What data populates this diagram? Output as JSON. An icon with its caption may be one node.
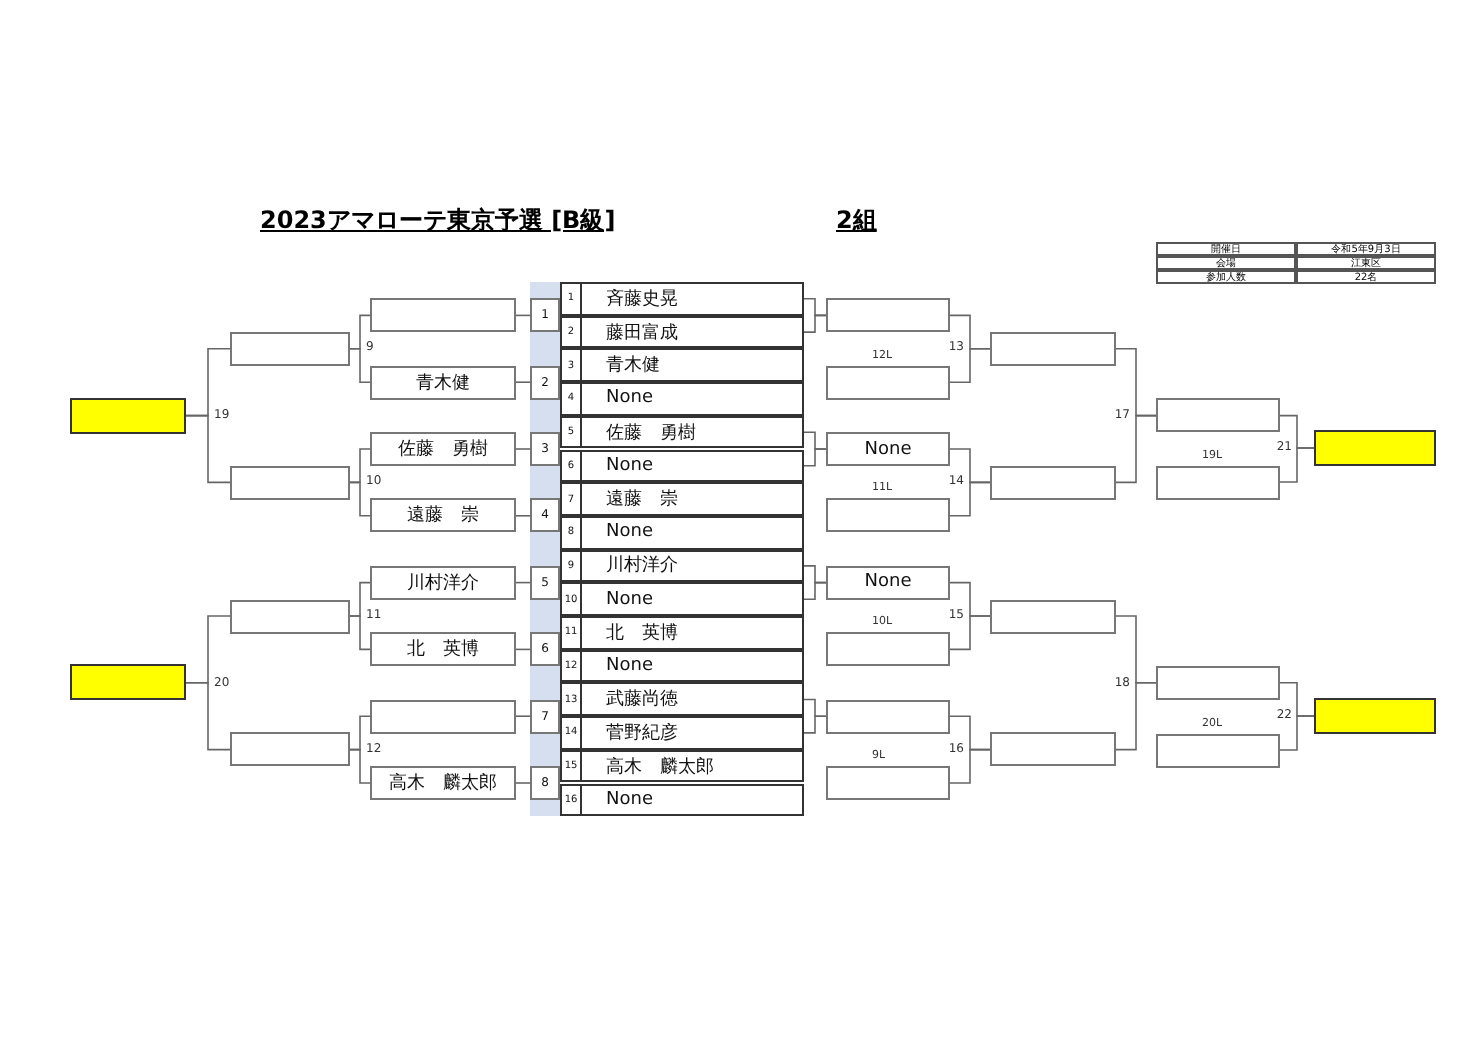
{
  "diagram": {
    "title": "2023アマローテ東京予選 [B級]",
    "nodes": [
      {
        "text": [
          "1",
          "斉藤史晃"
        ]
      },
      {
        "text": [
          "2",
          "藤田富成"
        ]
      },
      {
        "text": [
          "3",
          "青木健"
        ]
      },
      {
        "text": [
          "4",
          "None"
        ]
      },
      {
        "text": [
          "5",
          "佐藤　勇樹"
        ]
      },
      {
        "text": [
          "6",
          "None"
        ]
      },
      {
        "text": [
          "7",
          "遠藤　崇"
        ]
      },
      {
        "text": [
          "8",
          "None"
        ]
      },
      {
        "text": [
          "9",
          "川村洋介"
        ]
      },
      {
        "text": [
          "10",
          "None"
        ]
      },
      {
        "text": [
          "11",
          "北　英博"
        ]
      },
      {
        "text": [
          "12",
          "None"
        ]
      },
      {
        "text": [
          "13",
          "武藤尚徳"
        ]
      },
      {
        "text": [
          "14",
          "菅野紀彦"
        ]
      },
      {
        "text": [
          "15",
          "高木　麟太郎"
        ]
      },
      {
        "text": [
          "16",
          "None"
        ]
      },
      {
        "text": [
          "1"
        ]
      },
      {
        "text": [
          "2"
        ]
      },
      {
        "text": [
          "3"
        ]
      },
      {
        "text": [
          "4"
        ]
      },
      {
        "text": [
          "5"
        ]
      },
      {
        "text": [
          "6"
        ]
      },
      {
        "text": [
          "7"
        ]
      },
      {
        "text": [
          "8"
        ]
      },
      {
        "text": [],
        "shape": "box"
      },
      {
        "text": [
          "青木健"
        ]
      },
      {
        "text": [
          "佐藤　勇樹"
        ]
      },
      {
        "text": [
          "遠藤　崇"
        ]
      },
      {
        "text": [
          "川村洋介"
        ]
      },
      {
        "text": [
          "北　英博"
        ]
      },
      {
        "text": [],
        "shape": "box"
      },
      {
        "text": [
          "高木　麟太郎"
        ]
      },
      {
        "text": [],
        "shape": "box"
      },
      {
        "text": [],
        "shape": "box"
      },
      {
        "text": [],
        "shape": "box"
      },
      {
        "text": [],
        "shape": "box"
      },
      {
        "text": [],
        "shape": "box"
      },
      {
        "text": [],
        "shape": "box"
      },
      {
        "text": [],
        "shape": "box"
      },
      {
        "text": [],
        "shape": "box",
        "beside": [
          "12L"
        ]
      },
      {
        "text": [
          "None"
        ]
      },
      {
        "text": [],
        "shape": "box",
        "beside": [
          "11L"
        ]
      },
      {
        "text": [
          "None"
        ]
      },
      {
        "text": [],
        "shape": "box",
        "beside": [
          "10L"
        ]
      },
      {
        "text": [],
        "shape": "box"
      },
      {
        "text": [],
        "shape": "box",
        "beside": [
          "9L"
        ]
      },
      {
        "text": [],
        "shape": "box"
      },
      {
        "text": [],
        "shape": "box"
      },
      {
        "text": [],
        "shape": "box"
      },
      {
        "text": [],
        "shape": "box"
      },
      {
        "text": [],
        "shape": "box"
      },
      {
        "text": [],
        "shape": "box"
      },
      {
        "text": [],
        "shape": "box",
        "beside": [
          "19L"
        ]
      },
      {
        "text": [],
        "shape": "box"
      },
      {
        "text": [],
        "shape": "box",
        "beside": [
          "20L"
        ]
      },
      {
        "text": [],
        "shape": "box"
      }
    ],
    "edges": [
      {
        "from": 16,
        "to": 24,
        "arrow": "none"
      },
      {
        "from": 17,
        "to": 25,
        "arrow": "none"
      },
      {
        "from": 18,
        "to": 26,
        "arrow": "none"
      },
      {
        "from": 19,
        "to": 27,
        "arrow": "none"
      },
      {
        "from": 20,
        "to": 28,
        "arrow": "none"
      },
      {
        "from": 21,
        "to": 29,
        "arrow": "none"
      },
      {
        "from": 22,
        "to": 30,
        "arrow": "none"
      },
      {
        "from": 23,
        "to": 31,
        "arrow": "none"
      },
      {
        "from": 24,
        "to": 32,
        "arrow": "none"
      },
      {
        "from": 25,
        "to": 32,
        "arrow": "none"
      },
      {
        "from": 26,
        "to": 33,
        "arrow": "none"
      },
      {
        "from": 27,
        "to": 33,
        "arrow": "none"
      },
      {
        "from": 28,
        "to": 34,
        "arrow": "none"
      },
      {
        "from": 29,
        "to": 34,
        "arrow": "none"
      },
      {
        "from": 30,
        "to": 35,
        "arrow": "none"
      },
      {
        "from": 31,
        "to": 35,
        "arrow": "none"
      },
      {
        "from": 32,
        "to": 36,
        "arrow": "none"
      },
      {
        "from": 33,
        "to": 36,
        "arrow": "none"
      },
      {
        "from": 34,
        "to": 37,
        "arrow": "none"
      },
      {
        "from": 35,
        "to": 37,
        "arrow": "none"
      },
      {
        "from": 0,
        "to": 38,
        "arrow": "none"
      },
      {
        "from": 1,
        "to": 38,
        "arrow": "none"
      },
      {
        "from": 4,
        "to": 40,
        "arrow": "none"
      },
      {
        "from": 5,
        "to": 40,
        "arrow": "none"
      },
      {
        "from": 8,
        "to": 42,
        "arrow": "none"
      },
      {
        "from": 9,
        "to": 42,
        "arrow": "none"
      },
      {
        "from": 12,
        "to": 44,
        "arrow": "none"
      },
      {
        "from": 13,
        "to": 44,
        "arrow": "none"
      },
      {
        "from": 38,
        "to": 46,
        "arrow": "none"
      },
      {
        "from": 39,
        "to": 46,
        "arrow": "none"
      },
      {
        "from": 40,
        "to": 47,
        "arrow": "none"
      },
      {
        "from": 41,
        "to": 47,
        "arrow": "none"
      },
      {
        "from": 42,
        "to": 48,
        "arrow": "none"
      },
      {
        "from": 43,
        "to": 48,
        "arrow": "none"
      },
      {
        "from": 44,
        "to": 49,
        "arrow": "none"
      },
      {
        "from": 45,
        "to": 49,
        "arrow": "none"
      },
      {
        "from": 46,
        "to": 50,
        "arrow": "none"
      },
      {
        "from": 47,
        "to": 50,
        "arrow": "none"
      },
      {
        "from": 48,
        "to": 51,
        "arrow": "none"
      },
      {
        "from": 49,
        "to": 51,
        "arrow": "none"
      },
      {
        "from": 50,
        "to": 53,
        "arrow": "none"
      },
      {
        "from": 52,
        "to": 53,
        "arrow": "none"
      },
      {
        "from": 51,
        "to": 55,
        "arrow": "none"
      },
      {
        "from": 54,
        "to": 55,
        "arrow": "none"
      }
    ],
    "labels": [
      "2組",
      "開催日",
      "令和5年9月3日",
      "会場",
      "江東区",
      "参加人数",
      "22名",
      "9",
      "10",
      "11",
      "12",
      "13",
      "14",
      "15",
      "16",
      "17",
      "18",
      "19",
      "20",
      "21",
      "22"
    ]
  }
}
